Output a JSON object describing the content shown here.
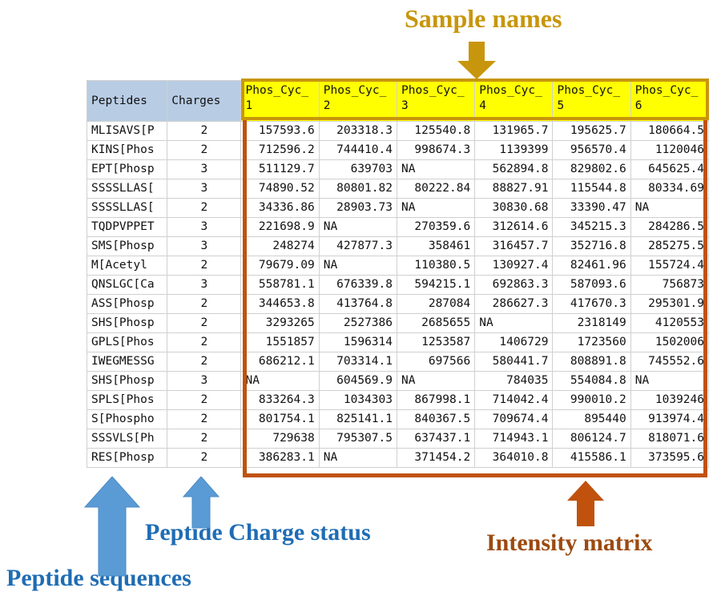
{
  "annotations": {
    "sample_names": {
      "text": "Sample names",
      "color": "#c8960c",
      "arrow": "down-arrow"
    },
    "peptide_charge_status": {
      "text": "Peptide Charge status",
      "color": "#1f6cb4",
      "arrow": "up-arrow"
    },
    "peptide_sequences": {
      "text": "Peptide sequences",
      "color": "#1f6cb4",
      "arrow": "up-arrow"
    },
    "intensity_matrix": {
      "text": "Intensity matrix",
      "color": "#9c4a10",
      "arrow": "up-arrow"
    }
  },
  "table": {
    "headers": [
      "Peptides",
      "Charges",
      "Phos_Cyc_1",
      "Phos_Cyc_2",
      "Phos_Cyc_3",
      "Phos_Cyc_4",
      "Phos_Cyc_5",
      "Phos_Cyc_6"
    ],
    "header_colors": {
      "id_columns": "#b8cce4",
      "sample_columns": "#ffff00"
    },
    "rows": [
      {
        "peptide": "MLISAVS[P",
        "charge": "2",
        "values": [
          "157593.6",
          "203318.3",
          "125540.8",
          "131965.7",
          "195625.7",
          "180664.5"
        ]
      },
      {
        "peptide": "KINS[Phos",
        "charge": "2",
        "values": [
          "712596.2",
          "744410.4",
          "998674.3",
          "1139399",
          "956570.4",
          "1120046"
        ]
      },
      {
        "peptide": "EPT[Phosp",
        "charge": "3",
        "values": [
          "511129.7",
          "639703",
          "NA",
          "562894.8",
          "829802.6",
          "645625.4"
        ]
      },
      {
        "peptide": "SSSSLLAS[",
        "charge": "3",
        "values": [
          "74890.52",
          "80801.82",
          "80222.84",
          "88827.91",
          "115544.8",
          "80334.69"
        ]
      },
      {
        "peptide": "SSSSLLAS[",
        "charge": "2",
        "values": [
          "34336.86",
          "28903.73",
          "NA",
          "30830.68",
          "33390.47",
          "NA"
        ]
      },
      {
        "peptide": "TQDPVPPET",
        "charge": "3",
        "values": [
          "221698.9",
          "NA",
          "270359.6",
          "312614.6",
          "345215.3",
          "284286.5"
        ]
      },
      {
        "peptide": "SMS[Phosp",
        "charge": "3",
        "values": [
          "248274",
          "427877.3",
          "358461",
          "316457.7",
          "352716.8",
          "285275.5"
        ]
      },
      {
        "peptide": "M[Acetyl",
        "charge": "2",
        "values": [
          "79679.09",
          "NA",
          "110380.5",
          "130927.4",
          "82461.96",
          "155724.4"
        ]
      },
      {
        "peptide": "QNSLGC[Ca",
        "charge": "3",
        "values": [
          "558781.1",
          "676339.8",
          "594215.1",
          "692863.3",
          "587093.6",
          "756873"
        ]
      },
      {
        "peptide": "ASS[Phosp",
        "charge": "2",
        "values": [
          "344653.8",
          "413764.8",
          "287084",
          "286627.3",
          "417670.3",
          "295301.9"
        ]
      },
      {
        "peptide": "SHS[Phosp",
        "charge": "2",
        "values": [
          "3293265",
          "2527386",
          "2685655",
          "NA",
          "2318149",
          "4120553"
        ]
      },
      {
        "peptide": "GPLS[Phos",
        "charge": "2",
        "values": [
          "1551857",
          "1596314",
          "1253587",
          "1406729",
          "1723560",
          "1502006"
        ]
      },
      {
        "peptide": "IWEGMESSG",
        "charge": "2",
        "values": [
          "686212.1",
          "703314.1",
          "697566",
          "580441.7",
          "808891.8",
          "745552.6"
        ]
      },
      {
        "peptide": "SHS[Phosp",
        "charge": "3",
        "values": [
          "NA",
          "604569.9",
          "NA",
          "784035",
          "554084.8",
          "NA"
        ]
      },
      {
        "peptide": "SPLS[Phos",
        "charge": "2",
        "values": [
          "833264.3",
          "1034303",
          "867998.1",
          "714042.4",
          "990010.2",
          "1039246"
        ]
      },
      {
        "peptide": "S[Phospho",
        "charge": "2",
        "values": [
          "801754.1",
          "825141.1",
          "840367.5",
          "709674.4",
          "895440",
          "913974.4"
        ]
      },
      {
        "peptide": "SSSVLS[Ph",
        "charge": "2",
        "values": [
          "729638",
          "795307.5",
          "637437.1",
          "714943.1",
          "806124.7",
          "818071.6"
        ]
      },
      {
        "peptide": "RES[Phosp",
        "charge": "2",
        "values": [
          "386283.1",
          "NA",
          "371454.2",
          "364010.8",
          "415586.1",
          "373595.6"
        ]
      }
    ]
  }
}
